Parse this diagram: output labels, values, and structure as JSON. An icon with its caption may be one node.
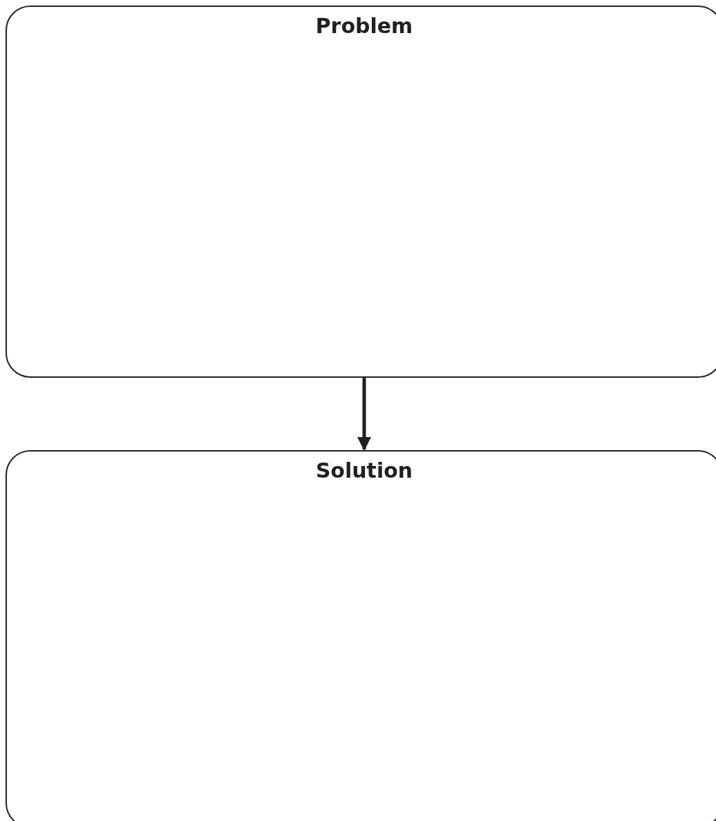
{
  "diagram": {
    "nodes": [
      {
        "text": [
          "Problem"
        ]
      },
      {
        "text": [
          "Solution"
        ]
      }
    ],
    "edges": [
      {
        "from": 0,
        "to": 1,
        "arrow": "to"
      }
    ]
  }
}
